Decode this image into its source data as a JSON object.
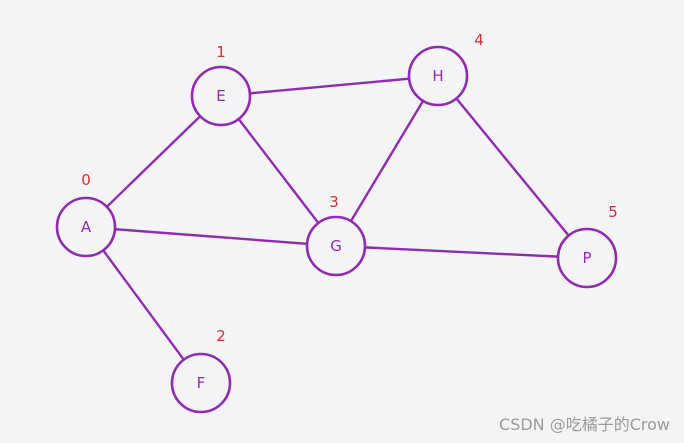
{
  "graph": {
    "node_color": "#8f2bb0",
    "index_color": "#d0322f",
    "nodes": [
      {
        "id": "A",
        "label": "A",
        "index": "0"
      },
      {
        "id": "E",
        "label": "E",
        "index": "1"
      },
      {
        "id": "F",
        "label": "F",
        "index": "2"
      },
      {
        "id": "G",
        "label": "G",
        "index": "3"
      },
      {
        "id": "H",
        "label": "H",
        "index": "4"
      },
      {
        "id": "P",
        "label": "P",
        "index": "5"
      }
    ],
    "edges": [
      {
        "from": "A",
        "to": "E"
      },
      {
        "from": "A",
        "to": "G"
      },
      {
        "from": "A",
        "to": "F"
      },
      {
        "from": "E",
        "to": "H"
      },
      {
        "from": "E",
        "to": "G"
      },
      {
        "from": "G",
        "to": "H"
      },
      {
        "from": "G",
        "to": "P"
      },
      {
        "from": "H",
        "to": "P"
      }
    ]
  },
  "watermark": "CSDN @吃橘子的Crow"
}
